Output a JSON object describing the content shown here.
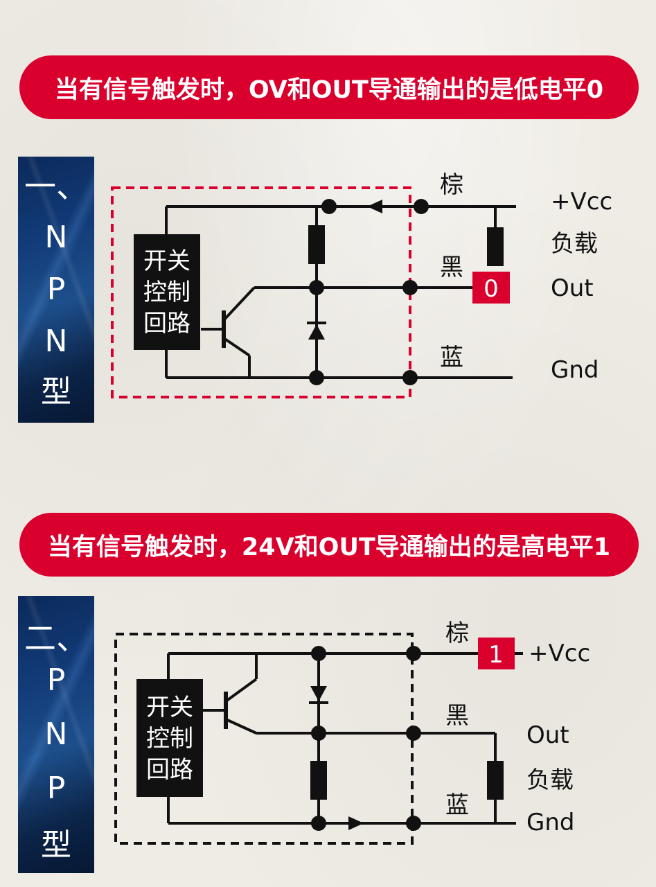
{
  "banners": {
    "npn": "当有信号触发时，OV和OUT导通输出的是低电平0",
    "pnp": "当有信号触发时，24V和OUT导通输出的是高电平1"
  },
  "npn": {
    "side_label": [
      "一、",
      "N",
      "P",
      "N",
      "型"
    ],
    "block_lines": [
      "开关",
      "控制",
      "回路"
    ],
    "wire_brown": "棕",
    "wire_black": "黑",
    "wire_blue": "蓝",
    "vcc": "+Vcc",
    "load": "负载",
    "out": "Out",
    "gnd": "Gnd",
    "output_value": "0",
    "box_color": "#d9002d"
  },
  "pnp": {
    "side_label": [
      "二、",
      "P",
      "N",
      "P",
      "型"
    ],
    "block_lines": [
      "开关",
      "控制",
      "回路"
    ],
    "wire_brown": "棕",
    "wire_black": "黑",
    "wire_blue": "蓝",
    "vcc": "+Vcc",
    "load": "负载",
    "out": "Out",
    "gnd": "Gnd",
    "output_value": "1",
    "box_color": "#111111"
  },
  "colors": {
    "accent": "#d9002d",
    "wire": "#111111",
    "background": "#efece5"
  }
}
